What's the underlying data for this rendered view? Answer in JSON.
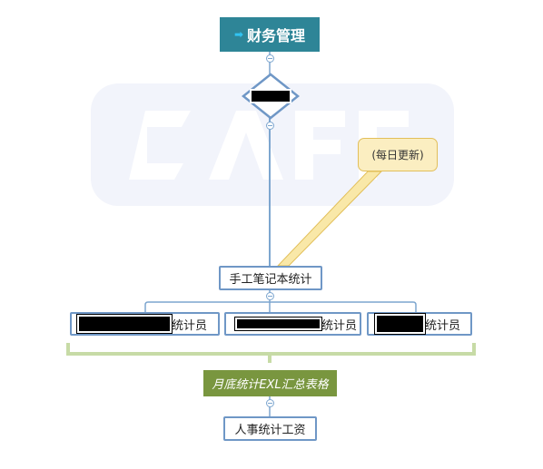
{
  "diagram": {
    "root": {
      "label": "财务管理",
      "icon": "arrow-right-icon"
    },
    "decision": {
      "label": ""
    },
    "note": {
      "label": "(每日更新)"
    },
    "manual_node": {
      "label": "手工笔记本统计"
    },
    "statisticians": [
      {
        "suffix": "统计员"
      },
      {
        "suffix": "统计员"
      },
      {
        "suffix": "统计员"
      }
    ],
    "monthly_node": {
      "label": "月底统计EXL汇总表格"
    },
    "hr_node": {
      "label": "人事统计工资"
    },
    "colors": {
      "root_fill": "#2e8597",
      "node_border": "#6f97c6",
      "connector": "#7da6cf",
      "note_fill": "#fbeec1",
      "bracket": "#c7dba6",
      "monthly_fill": "#79963f"
    }
  }
}
